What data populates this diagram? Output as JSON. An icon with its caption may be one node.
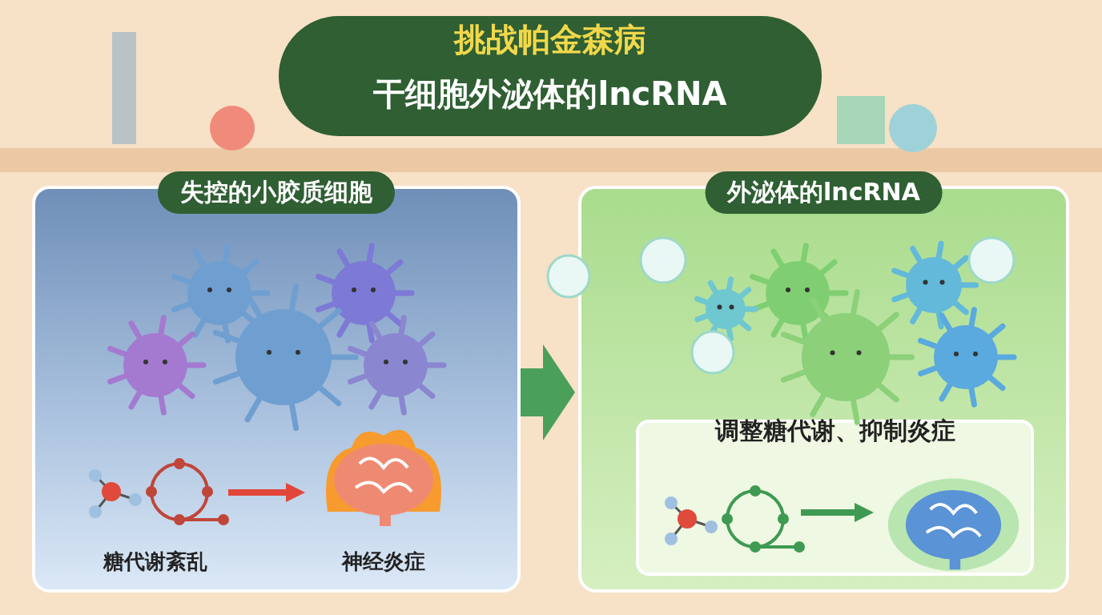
{
  "diagram": {
    "title": "挑战帕金森病",
    "nodes": [
      {
        "text": [
          "失控的小胶质细胞"
        ]
      },
      {
        "text": [
          "糖代谢紊乱"
        ],
        "in": 0
      },
      {
        "text": [
          "神经炎症"
        ],
        "in": 0
      },
      {
        "text": [
          "外泌体的lncRNA"
        ]
      },
      {
        "text": [
          "调整糖代谢、抑制炎症"
        ],
        "in": 3
      },
      {
        "text": [],
        "shape": "picture",
        "in": 4
      },
      {
        "text": [],
        "shape": "picture",
        "in": 4
      }
    ],
    "edges": [
      {
        "from": 1,
        "to": 2,
        "arrow": "to",
        "color": "#e2463a"
      },
      {
        "from": 5,
        "to": 6,
        "arrow": "to",
        "color": "#3e9a52"
      },
      {
        "from": 0,
        "to": 3,
        "arrow": "to",
        "style": "thick",
        "color": "#4aa05a"
      }
    ],
    "labels": [
      "干细胞外泌体的lncRNA"
    ]
  }
}
